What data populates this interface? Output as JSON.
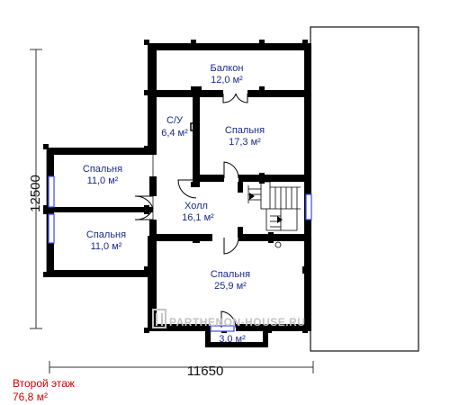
{
  "dimensions": {
    "width": "11650",
    "height": "12500"
  },
  "rooms": {
    "balcony": {
      "name": "Балкон",
      "area": "12,0 м²"
    },
    "bathroom": {
      "name": "С/У",
      "area": "6,4 м²"
    },
    "bedroom_ne": {
      "name": "Спальня",
      "area": "17,3 м²"
    },
    "bedroom_w1": {
      "name": "Спальня",
      "area": "11,0 м²"
    },
    "hall": {
      "name": "Холл",
      "area": "16,1 м²"
    },
    "bedroom_w2": {
      "name": "Спальня",
      "area": "11,0 м²"
    },
    "bedroom_s": {
      "name": "Спальня",
      "area": "25,9 м²"
    },
    "porch": {
      "area": "3,0 м²"
    }
  },
  "floor": {
    "title": "Второй этаж",
    "area": "76,8 м²"
  },
  "watermark": "PARTHENON-HOUSE.RU",
  "colors": {
    "wall": "#000000",
    "text": "#1a2a8c",
    "title": "#d00000",
    "window": "#3a48ff"
  }
}
